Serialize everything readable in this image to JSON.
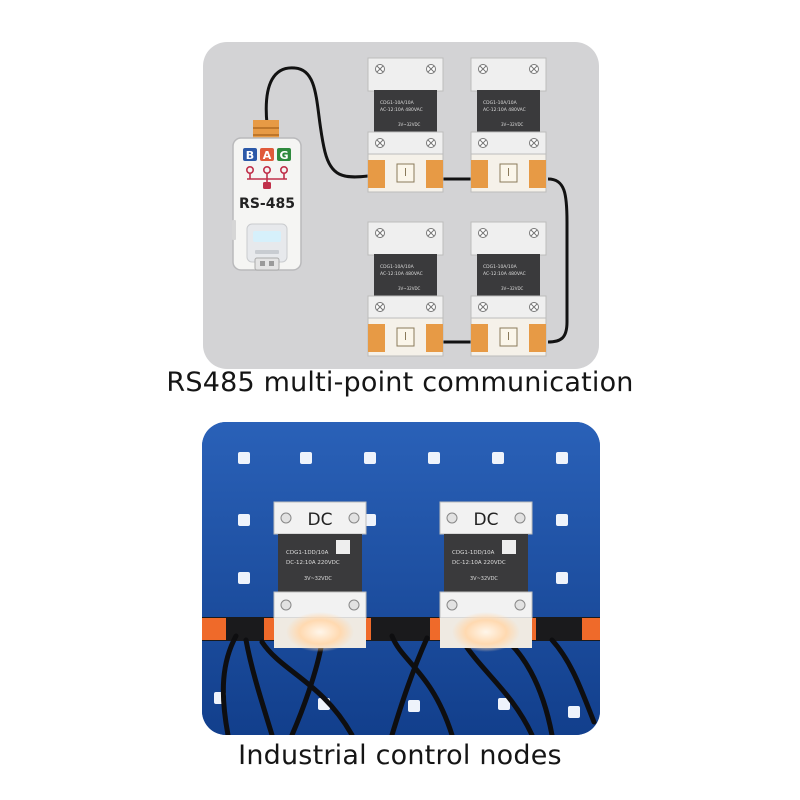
{
  "top_panel": {
    "caption": "RS485 multi-point communication",
    "converter": {
      "terminal_letters": [
        "B",
        "A",
        "G"
      ],
      "label": "RS-485"
    },
    "relay_spec_lines": [
      "CDG1-10A/10A",
      "AC-12:10A 480VAC",
      "3V~32VDC"
    ]
  },
  "bottom_panel": {
    "caption": "Industrial control nodes",
    "relay_header": "DC",
    "relay_spec_lines": [
      "CDG1-1DD/10A",
      "DC-12:10A 220VDC",
      "3V~32VDC"
    ]
  },
  "colors": {
    "panel_gray": "#d3d3d5",
    "pegboard_blue": "#1d4fa4",
    "terminal_orange": "#e79a45",
    "connector_orange": "#ef6a2a",
    "relay_dark": "#3a3a3c",
    "cable_black": "#121212"
  }
}
